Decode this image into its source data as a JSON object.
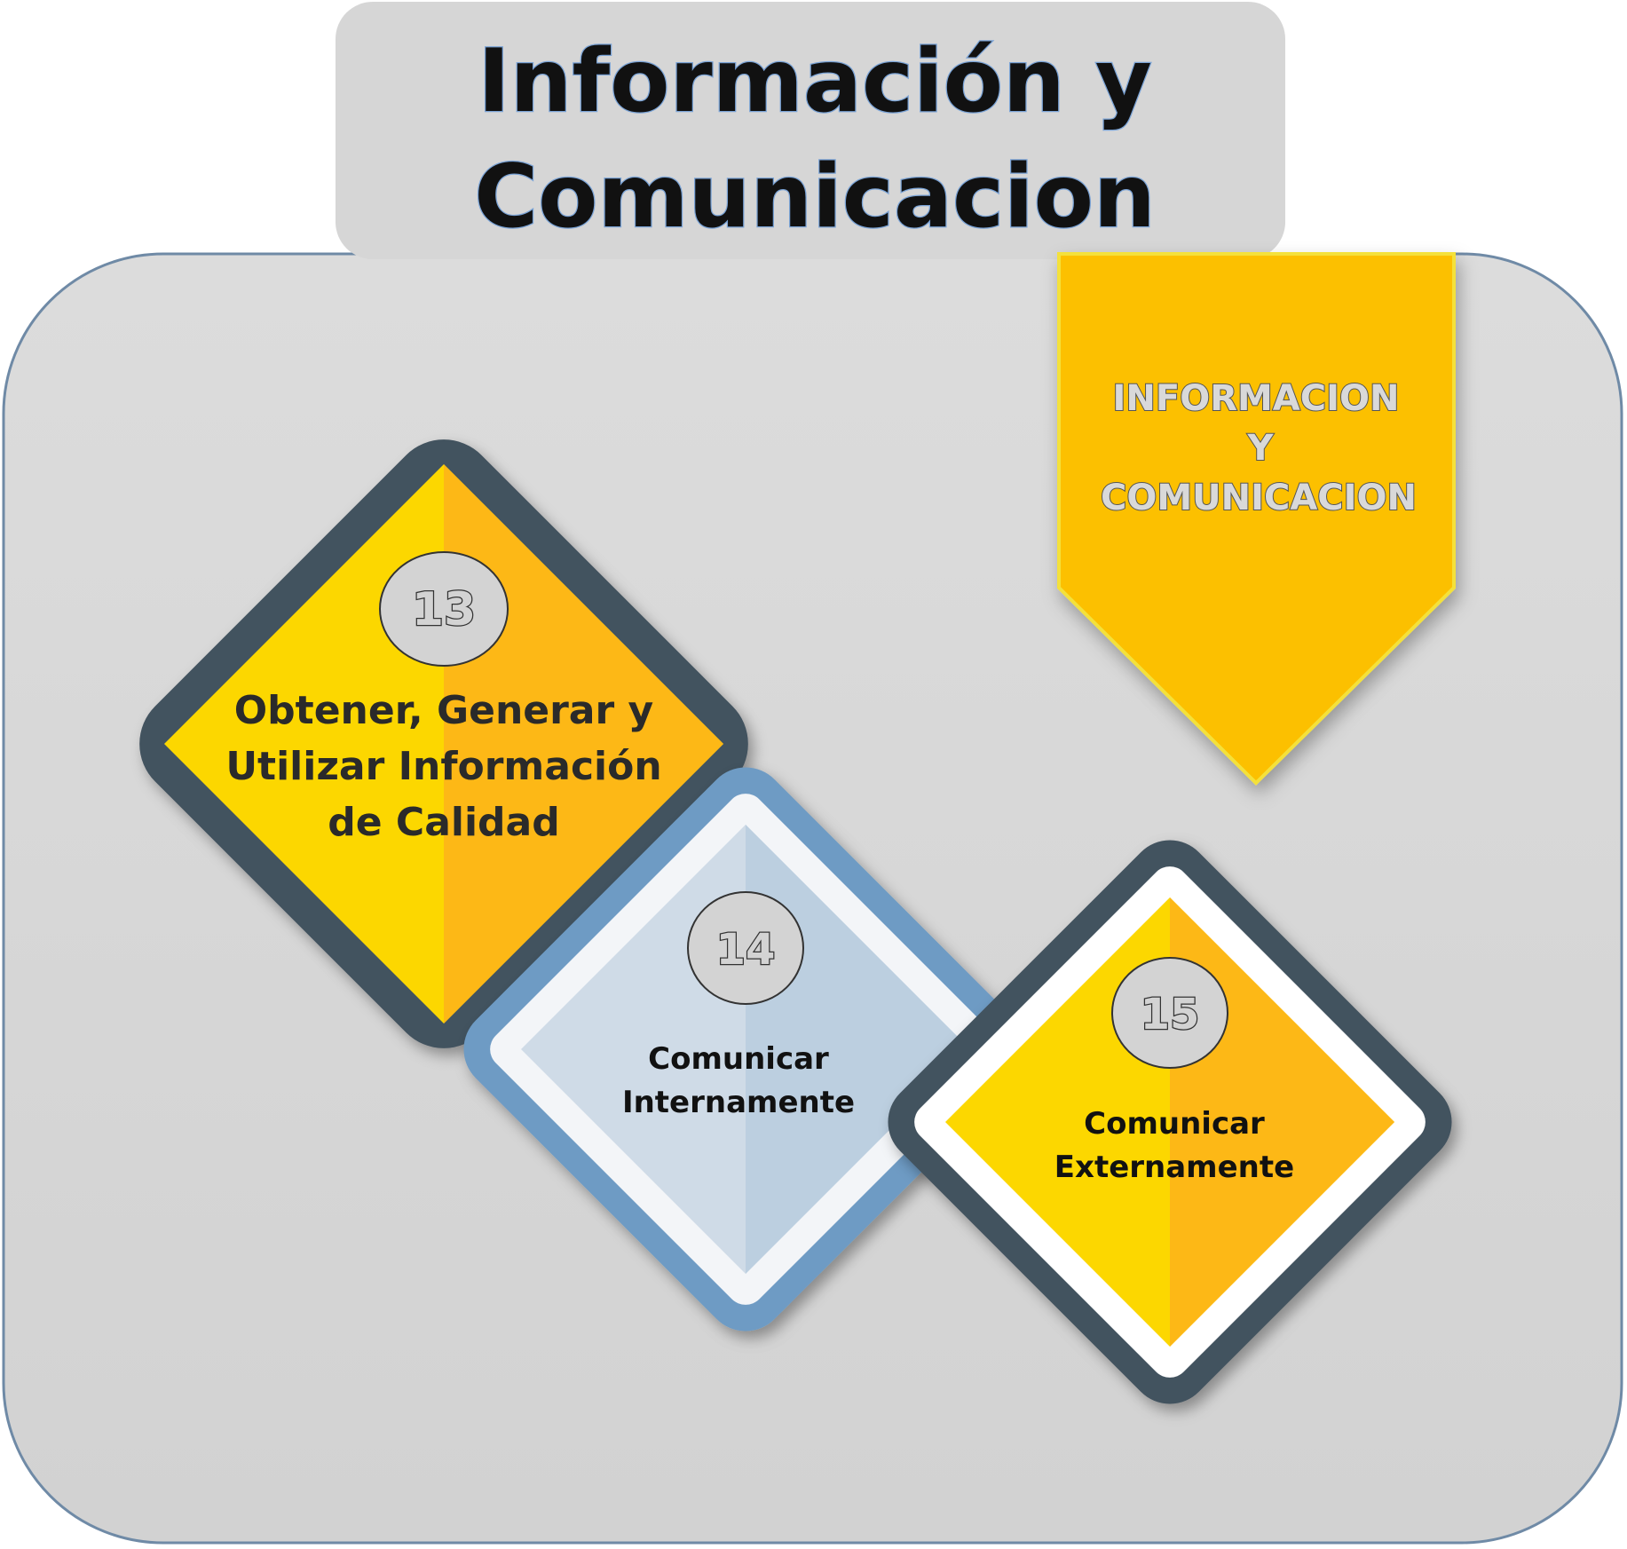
{
  "title": {
    "line1": "Información y",
    "line2": "Comunicacion"
  },
  "banner": {
    "line1": "INFORMACION",
    "line2": "Y",
    "line3": "COMUNICACION"
  },
  "principles": [
    {
      "number": "13",
      "label_lines": [
        "Obtener, Generar y",
        "Utilizar Información",
        "de Calidad"
      ]
    },
    {
      "number": "14",
      "label_lines": [
        "Comunicar",
        "Internamente"
      ]
    },
    {
      "number": "15",
      "label_lines": [
        "Comunicar",
        "Externamente"
      ]
    }
  ],
  "colors": {
    "panel": "#d6d6d6",
    "yellow": "#fcd705",
    "orange": "#fdb812",
    "dark_frame_left": "#43525f",
    "dark_frame_right": "#2b2f3a",
    "blue_frame_left": "#6e9bc4",
    "blue_frame_right": "#4f82b3",
    "light_blue_left": "#cfdbe7",
    "light_blue_right": "#bccfe0",
    "banner": "#fcc000"
  }
}
